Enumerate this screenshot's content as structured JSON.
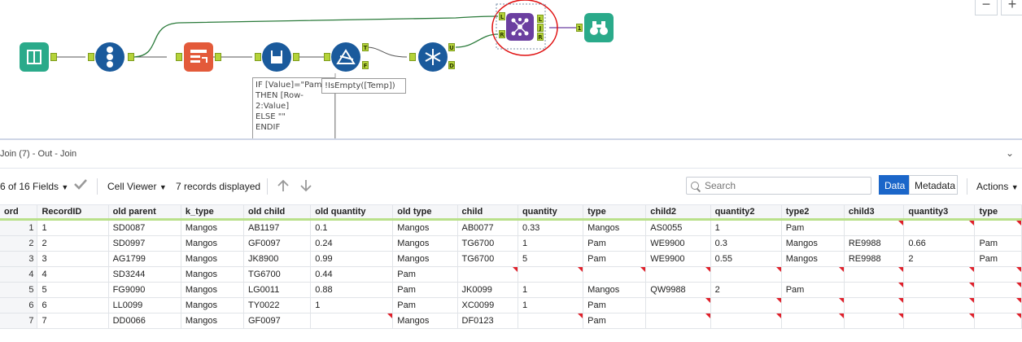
{
  "canvas": {
    "tools": [
      {
        "id": "input",
        "label": "input-data-tool",
        "color": "#2aaa8a"
      },
      {
        "id": "recordid",
        "label": "record-id-tool",
        "color": "#1a5a9c"
      },
      {
        "id": "crosstab",
        "label": "crosstab-tool",
        "color": "#e35a3a"
      },
      {
        "id": "multirow",
        "label": "multi-row-formula-tool",
        "color": "#1a5a9c"
      },
      {
        "id": "filter",
        "label": "filter-tool",
        "color": "#1a5a9c"
      },
      {
        "id": "transpose",
        "label": "transpose-tool",
        "color": "#1a5a9c"
      },
      {
        "id": "join",
        "label": "join-tool",
        "color": "#6b3fa0"
      },
      {
        "id": "browse",
        "label": "browse-tool",
        "color": "#2aaa8a"
      }
    ],
    "anchors": {
      "in": "L",
      "out": "R",
      "join": "J",
      "true": "T",
      "false": "F",
      "unique": "U",
      "dup": "D",
      "one": "1"
    },
    "annotation_formula": "IF [Value]=\"Pam\nTHEN [Row-\n2:Value]\nELSE \"\"\nENDIF",
    "annotation_filter": "!IsEmpty([Temp])",
    "zoom_minus": "−",
    "zoom_plus": "+"
  },
  "panel": {
    "title": "Join (7) - Out - Join",
    "fields_label": "6 of 16 Fields",
    "cell_viewer": "Cell Viewer",
    "records": "7 records displayed",
    "search_placeholder": "Search",
    "data_btn": "Data",
    "metadata_btn": "Metadata",
    "actions": "Actions"
  },
  "table": {
    "columns": [
      "ord",
      "RecordID",
      "old parent",
      "k_type",
      "old child",
      "old quantity",
      "old type",
      "child",
      "quantity",
      "type",
      "child2",
      "quantity2",
      "type2",
      "child3",
      "quantity3",
      "type"
    ],
    "rows": [
      [
        "1",
        "1",
        "SD0087",
        "Mangos",
        "AB1197",
        "0.1",
        "Mangos",
        "AB0077",
        "0.33",
        "Mangos",
        "AS0055",
        "1",
        "Pam",
        "",
        "",
        ""
      ],
      [
        "2",
        "2",
        "SD0997",
        "Mangos",
        "GF0097",
        "0.24",
        "Mangos",
        "TG6700",
        "1",
        "Pam",
        "WE9900",
        "0.3",
        "Mangos",
        "RE9988",
        "0.66",
        "Pam"
      ],
      [
        "3",
        "3",
        "AG1799",
        "Mangos",
        "JK8900",
        "0.99",
        "Mangos",
        "TG6700",
        "5",
        "Pam",
        "WE9900",
        "0.55",
        "Mangos",
        "RE9988",
        "2",
        "Pam"
      ],
      [
        "4",
        "4",
        "SD3244",
        "Mangos",
        "TG6700",
        "0.44",
        "Pam",
        "",
        "",
        "",
        "",
        "",
        "",
        "",
        "",
        ""
      ],
      [
        "5",
        "5",
        "FG9090",
        "Mangos",
        "LG0011",
        "0.88",
        "Pam",
        "JK0099",
        "1",
        "Mangos",
        "QW9988",
        "2",
        "Pam",
        "",
        "",
        ""
      ],
      [
        "6",
        "6",
        "LL0099",
        "Mangos",
        "TY0022",
        "1",
        "Pam",
        "XC0099",
        "1",
        "Pam",
        "",
        "",
        "",
        "",
        "",
        ""
      ],
      [
        "7",
        "7",
        "DD0066",
        "Mangos",
        "GF0097",
        "",
        "Mangos",
        "DF0123",
        "",
        "Pam",
        "",
        "",
        "",
        "",
        "",
        ""
      ]
    ]
  }
}
